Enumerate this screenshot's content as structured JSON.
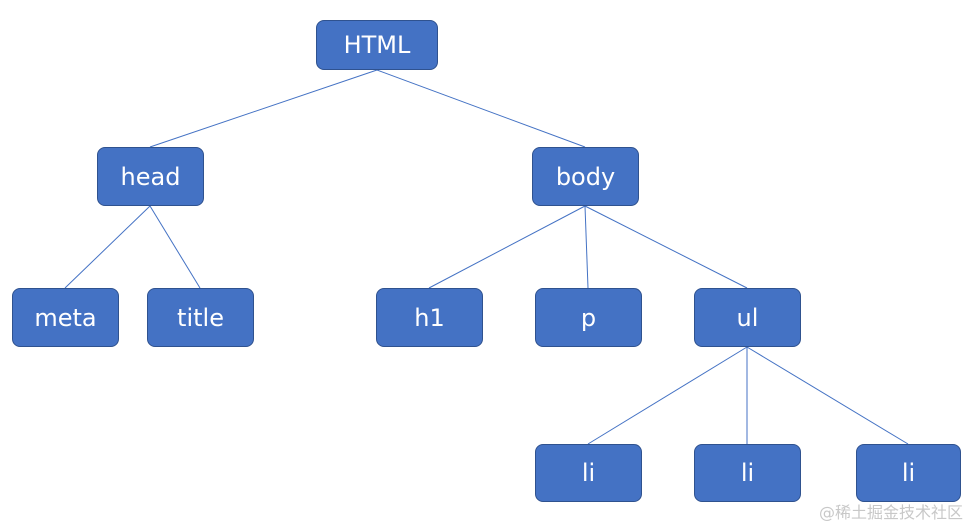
{
  "nodes": {
    "html": "HTML",
    "head": "head",
    "body": "body",
    "meta": "meta",
    "title": "title",
    "h1": "h1",
    "p": "p",
    "ul": "ul",
    "li_1": "li",
    "li_2": "li",
    "li_3": "li"
  },
  "edges": [
    [
      "html",
      "head"
    ],
    [
      "html",
      "body"
    ],
    [
      "head",
      "meta"
    ],
    [
      "head",
      "title"
    ],
    [
      "body",
      "h1"
    ],
    [
      "body",
      "p"
    ],
    [
      "body",
      "ul"
    ],
    [
      "ul",
      "li_1"
    ],
    [
      "ul",
      "li_2"
    ],
    [
      "ul",
      "li_3"
    ]
  ],
  "watermark": "@稀土掘金技术社区",
  "colors": {
    "node_fill": "#4472c4",
    "node_border": "#2f528f",
    "edge": "#4472c4",
    "text": "#ffffff"
  }
}
